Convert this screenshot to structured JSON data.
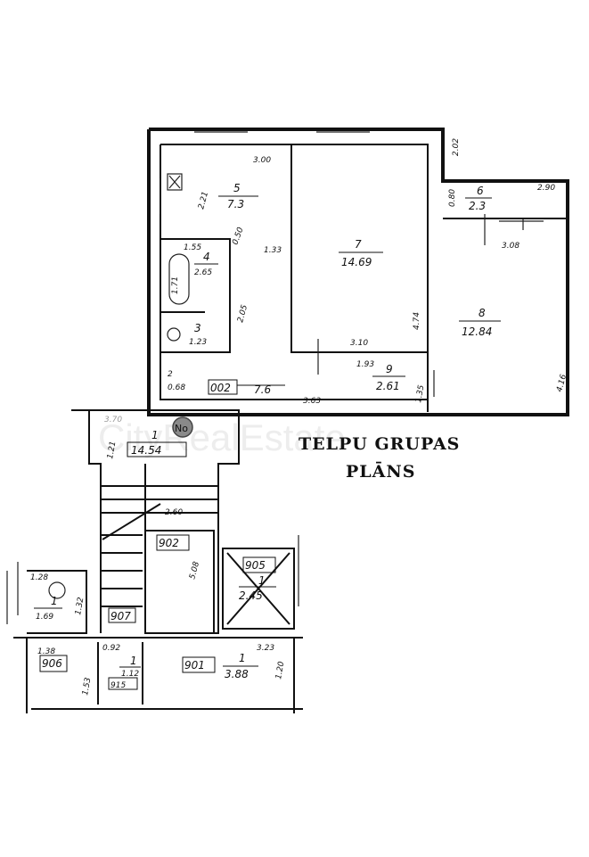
{
  "title": {
    "line1": "TELPU GRUPAS",
    "line2": "PLĀNS"
  },
  "watermark": "CityRealEstate",
  "badge": "No",
  "rooms": [
    {
      "num": "5",
      "area": "7.3"
    },
    {
      "num": "7",
      "area": "14.69"
    },
    {
      "num": "6",
      "area": "2.3"
    },
    {
      "num": "8",
      "area": "12.84"
    },
    {
      "num": "4",
      "area": "2.65"
    },
    {
      "num": "3",
      "area": "1.23"
    },
    {
      "num": "9",
      "area": "2.61"
    },
    {
      "num": "002",
      "area": "7.6"
    },
    {
      "num": "1",
      "area": "14.54"
    },
    {
      "num": "1",
      "area": "1.69"
    },
    {
      "num": "1",
      "area": "1.12"
    },
    {
      "num": "1",
      "area": "3.88"
    },
    {
      "num": "1",
      "area": "2.45"
    }
  ],
  "codes": [
    "902",
    "905",
    "907",
    "906",
    "915",
    "901"
  ],
  "dimensions": [
    "3.00",
    "2.02",
    "2.21",
    "0.50",
    "1.33",
    "1.55",
    "1.71",
    "2.05",
    "4.74",
    "3.10",
    "1.93",
    "1.35",
    "3.63",
    "4.16",
    "3.08",
    "2.90",
    "0.80",
    "2",
    "0.68",
    "3.70",
    "1.21",
    "2.60",
    "5.08",
    "1.28",
    "1.32",
    "1.38",
    "0.92",
    "3.23",
    "1.53",
    "1.20"
  ]
}
